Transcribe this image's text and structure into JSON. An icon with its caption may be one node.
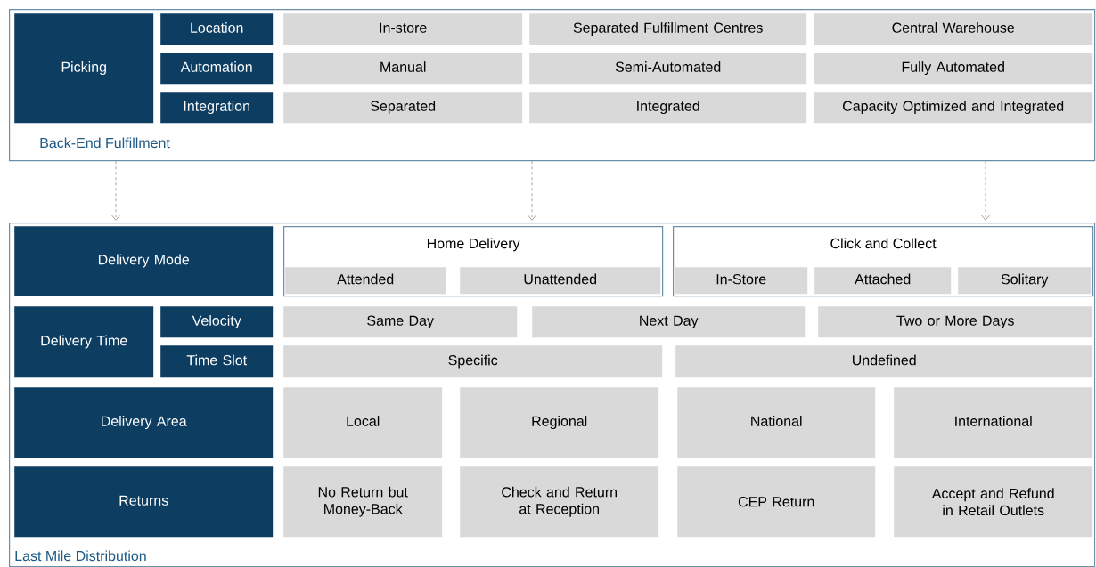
{
  "diagram": {
    "nodes": [
      {
        "text": [
          "Back-End Fulfillment"
        ]
      },
      {
        "text": [
          "Picking"
        ],
        "in": 0
      },
      {
        "text": [
          "Location"
        ],
        "in": 0
      },
      {
        "text": [
          "In-store"
        ],
        "in": 0
      },
      {
        "text": [
          "Separated Fulfillment Centres"
        ],
        "in": 0
      },
      {
        "text": [
          "Central Warehouse"
        ],
        "in": 0
      },
      {
        "text": [
          "Automation"
        ],
        "in": 0
      },
      {
        "text": [
          "Manual"
        ],
        "in": 0
      },
      {
        "text": [
          "Semi-Automated"
        ],
        "in": 0
      },
      {
        "text": [
          "Fully Automated"
        ],
        "in": 0
      },
      {
        "text": [
          "Integration"
        ],
        "in": 0
      },
      {
        "text": [
          "Separated"
        ],
        "in": 0
      },
      {
        "text": [
          "Integrated"
        ],
        "in": 0
      },
      {
        "text": [
          "Capacity Optimized and Integrated"
        ],
        "in": 0
      },
      {
        "text": [
          "Last Mile Distribution"
        ]
      },
      {
        "text": [
          "Delivery Mode"
        ],
        "in": 14
      },
      {
        "text": [
          "Home Delivery"
        ],
        "in": 14
      },
      {
        "text": [
          "Attended"
        ],
        "in": 16
      },
      {
        "text": [
          "Unattended"
        ],
        "in": 16
      },
      {
        "text": [
          "Click and Collect"
        ],
        "in": 14
      },
      {
        "text": [
          "In-Store"
        ],
        "in": 19
      },
      {
        "text": [
          "Attached"
        ],
        "in": 19
      },
      {
        "text": [
          "Solitary"
        ],
        "in": 19
      },
      {
        "text": [
          "Delivery Time"
        ],
        "in": 14
      },
      {
        "text": [
          "Velocity"
        ],
        "in": 14
      },
      {
        "text": [
          "Same Day"
        ],
        "in": 14
      },
      {
        "text": [
          "Next Day"
        ],
        "in": 14
      },
      {
        "text": [
          "Two or More Days"
        ],
        "in": 14
      },
      {
        "text": [
          "Time Slot"
        ],
        "in": 14
      },
      {
        "text": [
          "Specific"
        ],
        "in": 14
      },
      {
        "text": [
          "Undefined"
        ],
        "in": 14
      },
      {
        "text": [
          "Delivery Area"
        ],
        "in": 14
      },
      {
        "text": [
          "Local"
        ],
        "in": 14
      },
      {
        "text": [
          "Regional"
        ],
        "in": 14
      },
      {
        "text": [
          "National"
        ],
        "in": 14
      },
      {
        "text": [
          "International"
        ],
        "in": 14
      },
      {
        "text": [
          "Returns"
        ],
        "in": 14
      },
      {
        "text": [
          "No Return but Money-Back"
        ],
        "in": 14
      },
      {
        "text": [
          "Check and Return at Reception"
        ],
        "in": 14
      },
      {
        "text": [
          "CEP Return"
        ],
        "in": 14
      },
      {
        "text": [
          "Accept and Refund in Retail Outlets"
        ],
        "in": 14
      }
    ],
    "edges": [
      {
        "from": 0,
        "to": 14,
        "arrow": "to",
        "style": "dashed"
      },
      {
        "from": 0,
        "to": 14,
        "arrow": "to",
        "style": "dashed"
      },
      {
        "from": 0,
        "to": 14,
        "arrow": "to",
        "style": "dashed"
      }
    ]
  }
}
